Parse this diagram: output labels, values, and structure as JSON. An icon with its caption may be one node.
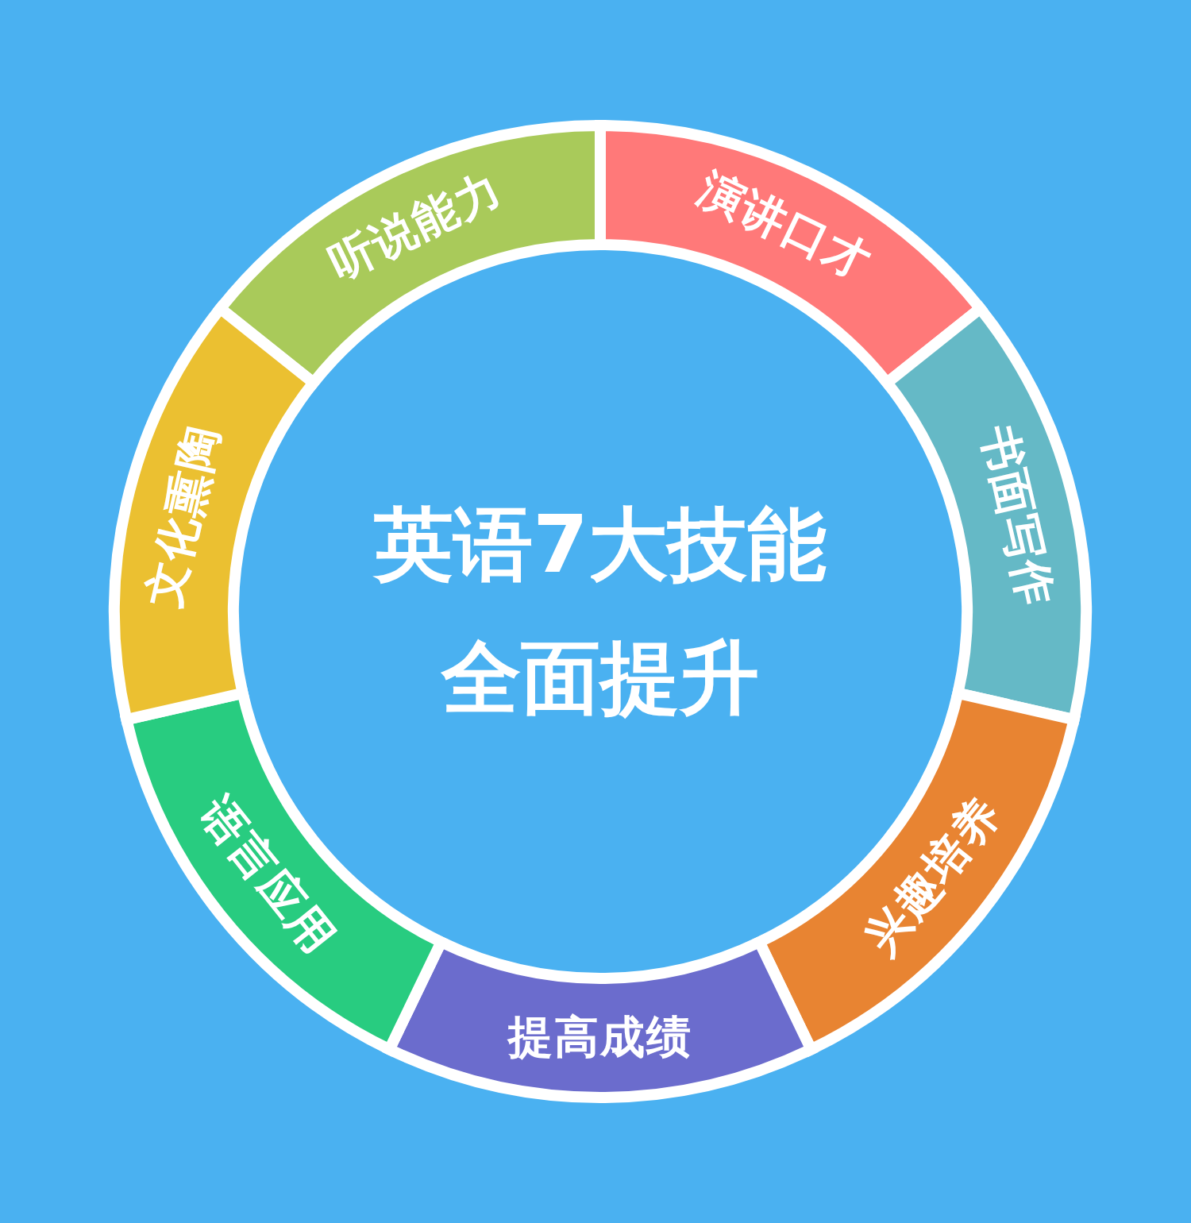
{
  "diagram": {
    "nodes": [
      {
        "text": [
          "英语7大技能全面提升"
        ]
      },
      {
        "text": [
          "听说能力"
        ]
      },
      {
        "text": [
          "演讲口才"
        ]
      },
      {
        "text": [
          "书面写作"
        ]
      },
      {
        "text": [
          "兴趣培养"
        ]
      },
      {
        "text": [
          "提高成绩"
        ]
      },
      {
        "text": [
          "语言应用"
        ]
      },
      {
        "text": [
          "文化熏陶"
        ]
      }
    ]
  }
}
